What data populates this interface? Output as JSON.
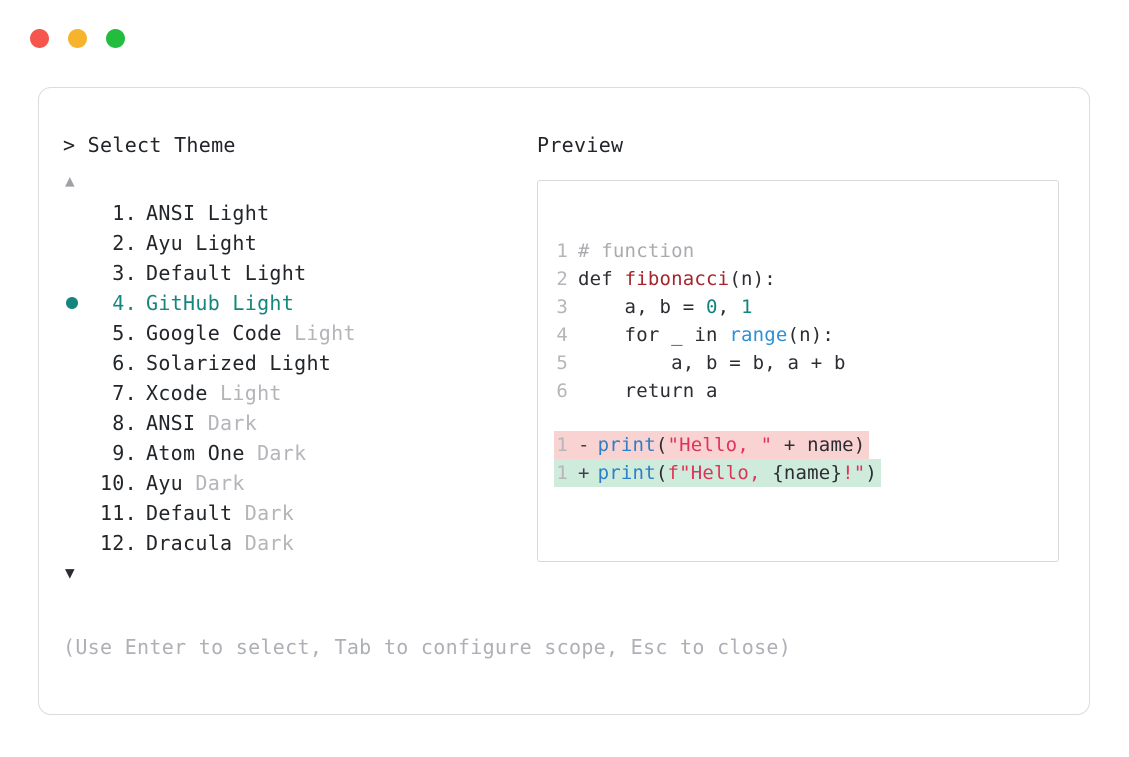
{
  "window": {
    "traffic_lights": [
      {
        "name": "close-button",
        "color": "#F4554D"
      },
      {
        "name": "minimize-button",
        "color": "#F6B32C"
      },
      {
        "name": "maximize-button",
        "color": "#22BD3E"
      }
    ]
  },
  "prompt": {
    "title": "> Select Theme",
    "scroll_up": "▲",
    "scroll_down": "▼",
    "hint": "(Use Enter to select, Tab to configure scope, Esc to close)"
  },
  "theme_list": {
    "selected_index": 4,
    "items": [
      {
        "number": " 1.",
        "name": "ANSI",
        "suffix": "Light",
        "suffix_dim": false,
        "selected": false
      },
      {
        "number": " 2.",
        "name": "Ayu",
        "suffix": "Light",
        "suffix_dim": false,
        "selected": false
      },
      {
        "number": " 3.",
        "name": "Default",
        "suffix": "Light",
        "suffix_dim": false,
        "selected": false
      },
      {
        "number": " 4.",
        "name": "GitHub",
        "suffix": "Light",
        "suffix_dim": false,
        "selected": true
      },
      {
        "number": " 5.",
        "name": "Google Code",
        "suffix": "Light",
        "suffix_dim": true,
        "selected": false
      },
      {
        "number": " 6.",
        "name": "Solarized",
        "suffix": "Light",
        "suffix_dim": false,
        "selected": false
      },
      {
        "number": " 7.",
        "name": "Xcode",
        "suffix": "Light",
        "suffix_dim": true,
        "selected": false
      },
      {
        "number": " 8.",
        "name": "ANSI",
        "suffix": "Dark",
        "suffix_dim": true,
        "selected": false
      },
      {
        "number": " 9.",
        "name": "Atom One",
        "suffix": "Dark",
        "suffix_dim": true,
        "selected": false
      },
      {
        "number": "10.",
        "name": "Ayu",
        "suffix": "Dark",
        "suffix_dim": true,
        "selected": false
      },
      {
        "number": "11.",
        "name": "Default",
        "suffix": "Dark",
        "suffix_dim": true,
        "selected": false
      },
      {
        "number": "12.",
        "name": "Dracula",
        "suffix": "Dark",
        "suffix_dim": true,
        "selected": false
      }
    ]
  },
  "preview": {
    "title": "Preview",
    "code_lines": [
      {
        "ln": "1",
        "tokens": [
          {
            "t": "# function",
            "c": "comment"
          }
        ]
      },
      {
        "ln": "2",
        "tokens": [
          {
            "t": "def ",
            "c": "plain"
          },
          {
            "t": "fibonacci",
            "c": "func"
          },
          {
            "t": "(n):",
            "c": "plain"
          }
        ]
      },
      {
        "ln": "3",
        "tokens": [
          {
            "t": "    a, b = ",
            "c": "plain"
          },
          {
            "t": "0",
            "c": "num"
          },
          {
            "t": ", ",
            "c": "plain"
          },
          {
            "t": "1",
            "c": "num"
          }
        ]
      },
      {
        "ln": "4",
        "tokens": [
          {
            "t": "    for _ in ",
            "c": "plain"
          },
          {
            "t": "range",
            "c": "builtin"
          },
          {
            "t": "(n):",
            "c": "plain"
          }
        ]
      },
      {
        "ln": "5",
        "tokens": [
          {
            "t": "        a, b = b, a + b",
            "c": "plain"
          }
        ]
      },
      {
        "ln": "6",
        "tokens": [
          {
            "t": "    return a",
            "c": "plain"
          }
        ]
      }
    ],
    "diff_lines": [
      {
        "ln": "1",
        "sign": "-",
        "kind": "minus",
        "bg": "#F9D2D2",
        "tokens": [
          {
            "t": "print",
            "c": "call"
          },
          {
            "t": "(",
            "c": "brace"
          },
          {
            "t": "\"Hello, \"",
            "c": "string"
          },
          {
            "t": " + name)",
            "c": "plain"
          }
        ]
      },
      {
        "ln": "1",
        "sign": "+",
        "kind": "plus",
        "bg": "#CFEBDC",
        "tokens": [
          {
            "t": "print",
            "c": "call"
          },
          {
            "t": "(",
            "c": "brace"
          },
          {
            "t": "f\"Hello, ",
            "c": "string"
          },
          {
            "t": "{name}",
            "c": "plain"
          },
          {
            "t": "!\"",
            "c": "string"
          },
          {
            "t": ")",
            "c": "brace"
          }
        ]
      }
    ]
  },
  "colors": {
    "accent_teal": "#16857E",
    "text": "#22252A",
    "dim_text": "#B3B5B9",
    "hint_text": "#AEB0B5",
    "border": "#DCDCDE",
    "diff_add_bg": "#CFEBDC",
    "diff_del_bg": "#F9D2D2"
  }
}
